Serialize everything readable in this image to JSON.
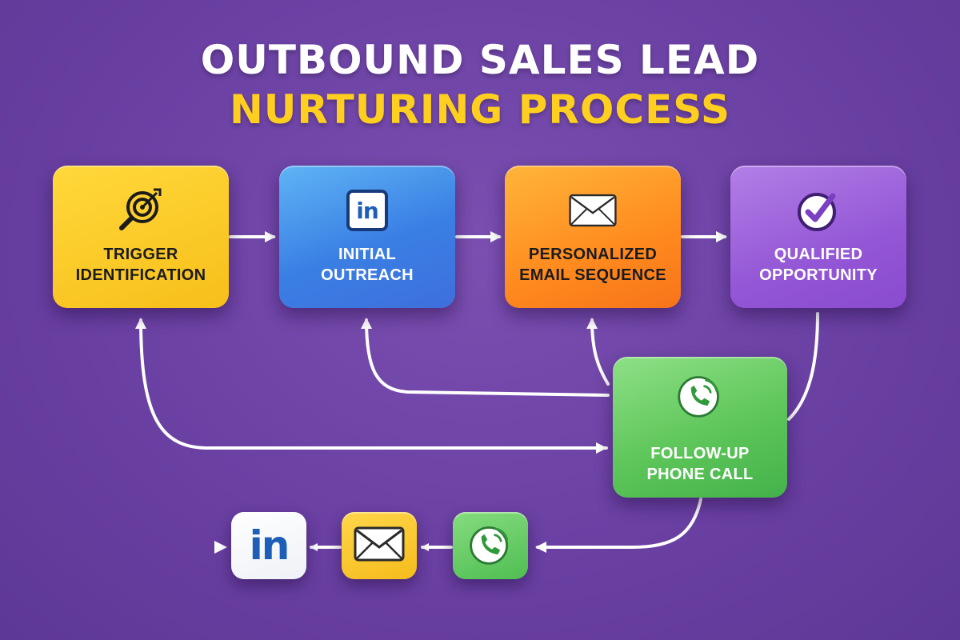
{
  "title": {
    "line1": "OUTBOUND SALES LEAD",
    "line2": "NURTURING PROCESS"
  },
  "colors": {
    "background": "#6a40a3",
    "title_line1": "#ffffff",
    "title_line2": "#ffcf1f",
    "trigger": "#f7bf1a",
    "initial": "#3a7fe4",
    "email": "#ff8a1e",
    "qualified": "#9457d6",
    "phone": "#5ec65a"
  },
  "steps": {
    "trigger": {
      "line1": "TRIGGER",
      "line2": "IDENTIFICATION",
      "icon": "target-magnifier-icon"
    },
    "initial": {
      "line1": "INITIAL",
      "line2": "OUTREACH",
      "icon": "linkedin-icon"
    },
    "email": {
      "line1": "PERSONALIZED",
      "line2": "EMAIL SEQUENCE",
      "icon": "envelope-icon"
    },
    "qualified": {
      "line1": "QUALIFIED",
      "line2": "OPPORTUNITY",
      "icon": "checkmark-circle-icon"
    },
    "phone": {
      "line1": "FOLLOW-UP",
      "line2": "PHONE CALL",
      "icon": "phone-icon"
    }
  },
  "mini_sequence": {
    "items": [
      "linkedin-icon",
      "envelope-icon",
      "phone-icon"
    ],
    "linkedin_text": "in"
  },
  "linkedin_text": "in"
}
